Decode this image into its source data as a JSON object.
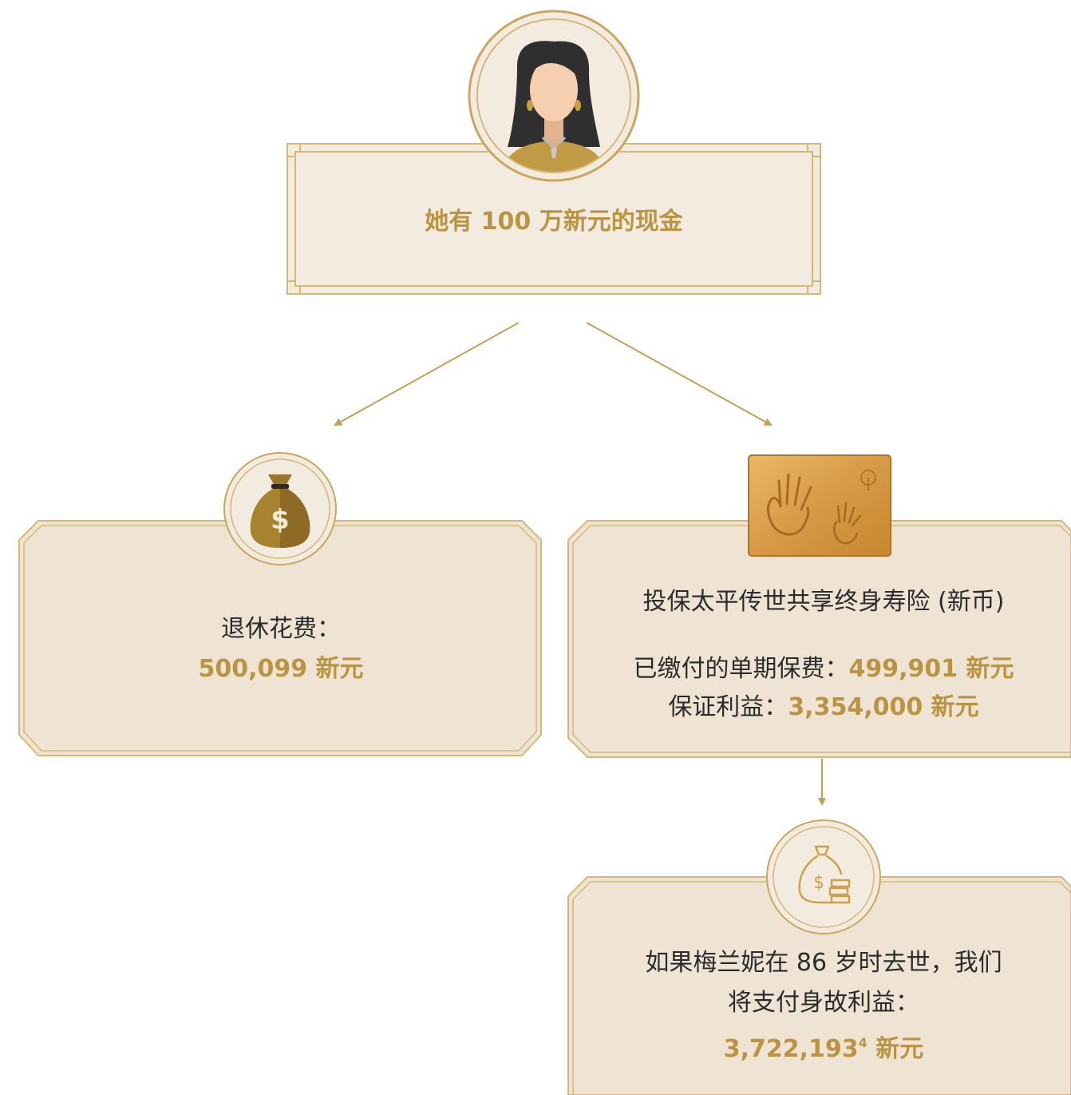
{
  "top": {
    "title": "她有 100 万新元的现金"
  },
  "retirement": {
    "label": "退休花费：",
    "amount": "500,099 新元"
  },
  "insurance": {
    "title": "投保太平传世共享终身寿险 (新币)",
    "premium_label": "已缴付的单期保费：",
    "premium_amount": "499,901 新元",
    "benefit_label": "保证利益：",
    "benefit_amount": "3,354,000 新元"
  },
  "death_benefit": {
    "line1": "如果梅兰妮在 86 岁时去世，我们",
    "line2": "将支付身故利益：",
    "amount": "3,722,193",
    "footnote": "4",
    "unit": " 新元"
  },
  "icons": [
    "woman-avatar-icon",
    "money-bag-icon",
    "handprint-plaque-icon",
    "money-bag-coins-icon"
  ],
  "colors": {
    "gold": "#b99442",
    "box_fill": "#efe4d3",
    "top_box_fill": "#f3ebe0",
    "border": "#d4b878"
  }
}
